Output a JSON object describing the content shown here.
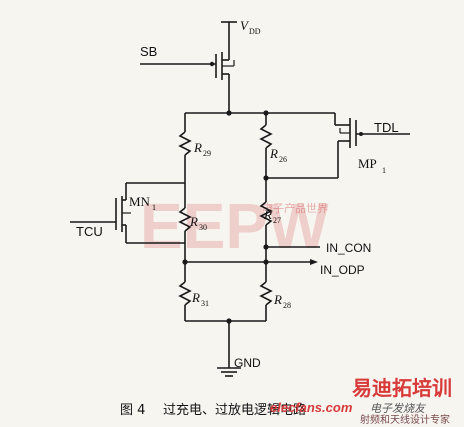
{
  "labels": {
    "vdd": "V",
    "vdd_sub": "DD",
    "sb": "SB",
    "tdl": "TDL",
    "tcu": "TCU",
    "mp1": "MP",
    "mp1_sub": "1",
    "mn1": "MN",
    "mn1_sub": "1",
    "r29": "R",
    "r29_sub": "29",
    "r26": "R",
    "r26_sub": "26",
    "r27": "R",
    "r27_sub": "27",
    "r30": "R",
    "r30_sub": "30",
    "r31": "R",
    "r31_sub": "31",
    "r28": "R",
    "r28_sub": "28",
    "in_con": "IN_CON",
    "in_odp": "IN_ODP",
    "gnd": "GND"
  },
  "caption": {
    "figure": "图 4",
    "title": "过充电、过放电逻辑电路"
  },
  "watermarks": {
    "logo": "EEPW",
    "logo_cn": "电子产品世界",
    "site": "elecfans.com",
    "site_cn": "电子发烧友",
    "brand": "易迪拓培训",
    "brand_sub": "射频和天线设计专家"
  },
  "colors": {
    "ink": "#1a1a1a",
    "watermark": "#d83a3a",
    "paper": "#f7f5f0"
  }
}
